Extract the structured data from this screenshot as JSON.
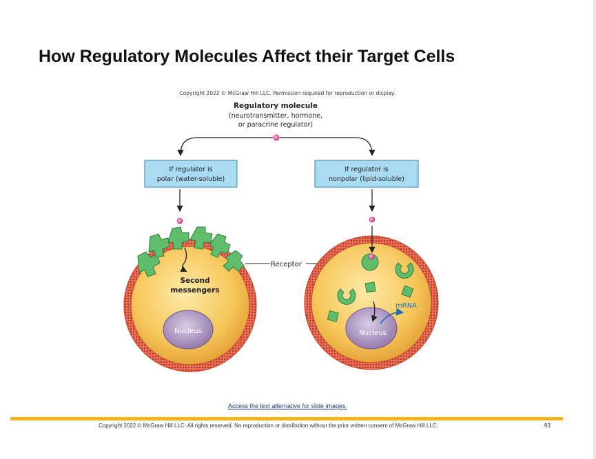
{
  "slide": {
    "title": "How Regulatory Molecules Affect their Target Cells",
    "alt_link": "Access the text alternative for slide images.",
    "footer": "Copyright 2022 © McGraw Hill LLC. All rights reserved. No reproduction or distribution without the prior written consent of McGraw Hill LLC.",
    "page_number": "93"
  },
  "figure": {
    "copyright": "Copyright 2022 © McGraw Hill LLC. Permission required for reproduction or display.",
    "source": {
      "title": "Regulatory molecule",
      "line1": "(neurotransmitter, hormone,",
      "line2": "or paracrine regulator)"
    },
    "left_box": {
      "line1": "If regulator is",
      "line2": "polar (water-soluble)"
    },
    "right_box": {
      "line1": "If regulator is",
      "line2": "nonpolar (lipid-soluble)"
    },
    "labels": {
      "receptor": "Receptor",
      "second_messengers_1": "Second",
      "second_messengers_2": "messengers",
      "nucleus_left": "Nucleus",
      "nucleus_right": "Nucleus",
      "mrna": "mRNA"
    }
  },
  "colors": {
    "box_fill": "#a9dcf3",
    "receptor_green": "#5fbd6c",
    "cytoplasm": "#f6c65a",
    "membrane": "#d9503c",
    "nucleus": "#a58bbb",
    "molecule_pink": "#e85aa9",
    "accent_rule": "#f5b21a",
    "mrna_blue": "#1f6fb5"
  }
}
